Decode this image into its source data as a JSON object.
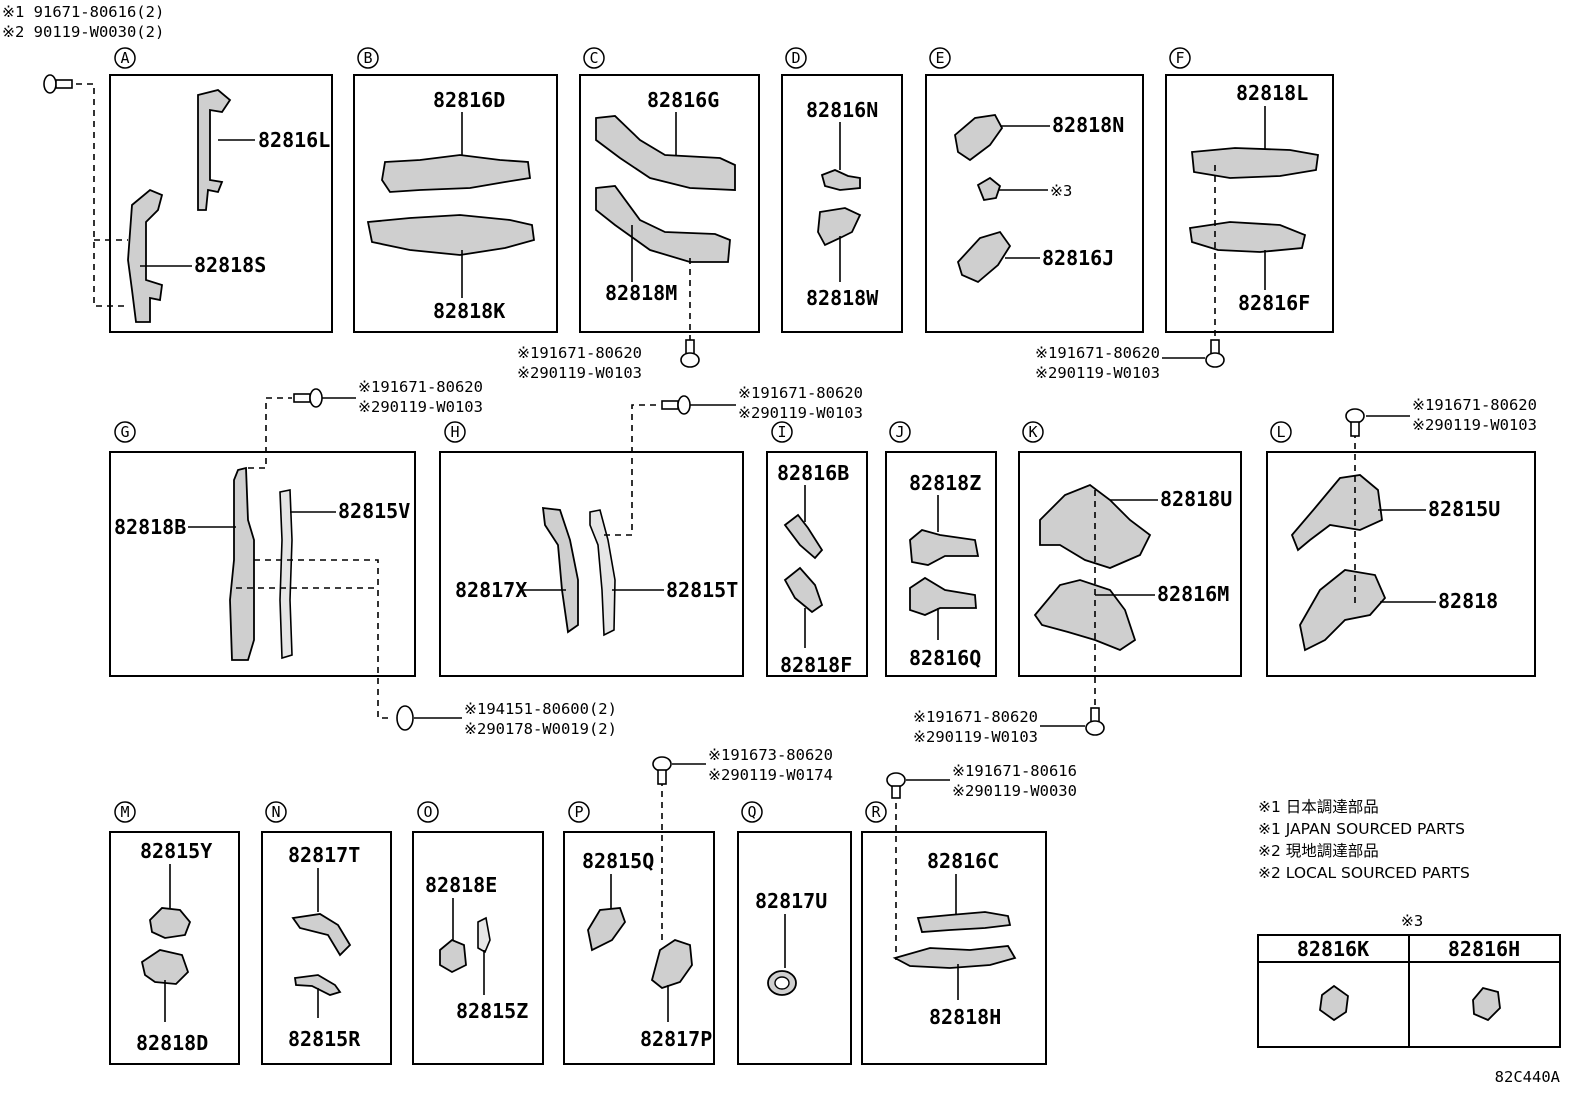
{
  "diagram_code": "82C440A",
  "header_notes": [
    "※1 91671-80616(2)",
    "※2 90119-W0030(2)"
  ],
  "boxes": {
    "A": {
      "letter": "A",
      "parts": [
        "82816L",
        "82818S"
      ]
    },
    "B": {
      "letter": "B",
      "parts": [
        "82816D",
        "82818K"
      ]
    },
    "C": {
      "letter": "C",
      "parts": [
        "82816G",
        "82818M"
      ]
    },
    "D": {
      "letter": "D",
      "parts": [
        "82816N",
        "82818W"
      ]
    },
    "E": {
      "letter": "E",
      "parts": [
        "82818N",
        "※3",
        "82816J"
      ]
    },
    "F": {
      "letter": "F",
      "parts": [
        "82818L",
        "82816F"
      ]
    },
    "G": {
      "letter": "G",
      "parts": [
        "82818B",
        "82815V"
      ]
    },
    "H": {
      "letter": "H",
      "parts": [
        "82817X",
        "82815T"
      ]
    },
    "I": {
      "letter": "I",
      "parts": [
        "82816B",
        "82818F"
      ]
    },
    "J": {
      "letter": "J",
      "parts": [
        "82818Z",
        "82816Q"
      ]
    },
    "K": {
      "letter": "K",
      "parts": [
        "82818U",
        "82816M"
      ]
    },
    "L": {
      "letter": "L",
      "parts": [
        "82815U",
        "82818"
      ]
    },
    "M": {
      "letter": "M",
      "parts": [
        "82815Y",
        "82818D"
      ]
    },
    "N": {
      "letter": "N",
      "parts": [
        "82817T",
        "82815R"
      ]
    },
    "O": {
      "letter": "O",
      "parts": [
        "82818E",
        "82815Z"
      ]
    },
    "P": {
      "letter": "P",
      "parts": [
        "82815Q",
        "82817P"
      ]
    },
    "Q": {
      "letter": "Q",
      "parts": [
        "82817U"
      ]
    },
    "R": {
      "letter": "R",
      "parts": [
        "82816C",
        "82818H"
      ]
    }
  },
  "fastener_notes": {
    "c_bolt": [
      "※191671-80620",
      "※290119-W0103"
    ],
    "f_bolt": [
      "※191671-80620",
      "※290119-W0103"
    ],
    "g_bolt": [
      "※191671-80620",
      "※290119-W0103"
    ],
    "h_bolt": [
      "※191671-80620",
      "※290119-W0103"
    ],
    "l_bolt": [
      "※191671-80620",
      "※290119-W0103"
    ],
    "g_clip": [
      "※194151-80600(2)",
      "※290178-W0019(2)"
    ],
    "k_bolt": [
      "※191671-80620",
      "※290119-W0103"
    ],
    "p_bolt": [
      "※191673-80620",
      "※290119-W0174"
    ],
    "r_bolt": [
      "※191671-80616",
      "※290119-W0030"
    ]
  },
  "legend": [
    "※1 日本調達部品",
    "※1 JAPAN SOURCED PARTS",
    "※2 現地調達部品",
    "※2 LOCAL SOURCED PARTS"
  ],
  "kit": {
    "title": "※3",
    "parts": [
      "82816K",
      "82816H"
    ]
  }
}
